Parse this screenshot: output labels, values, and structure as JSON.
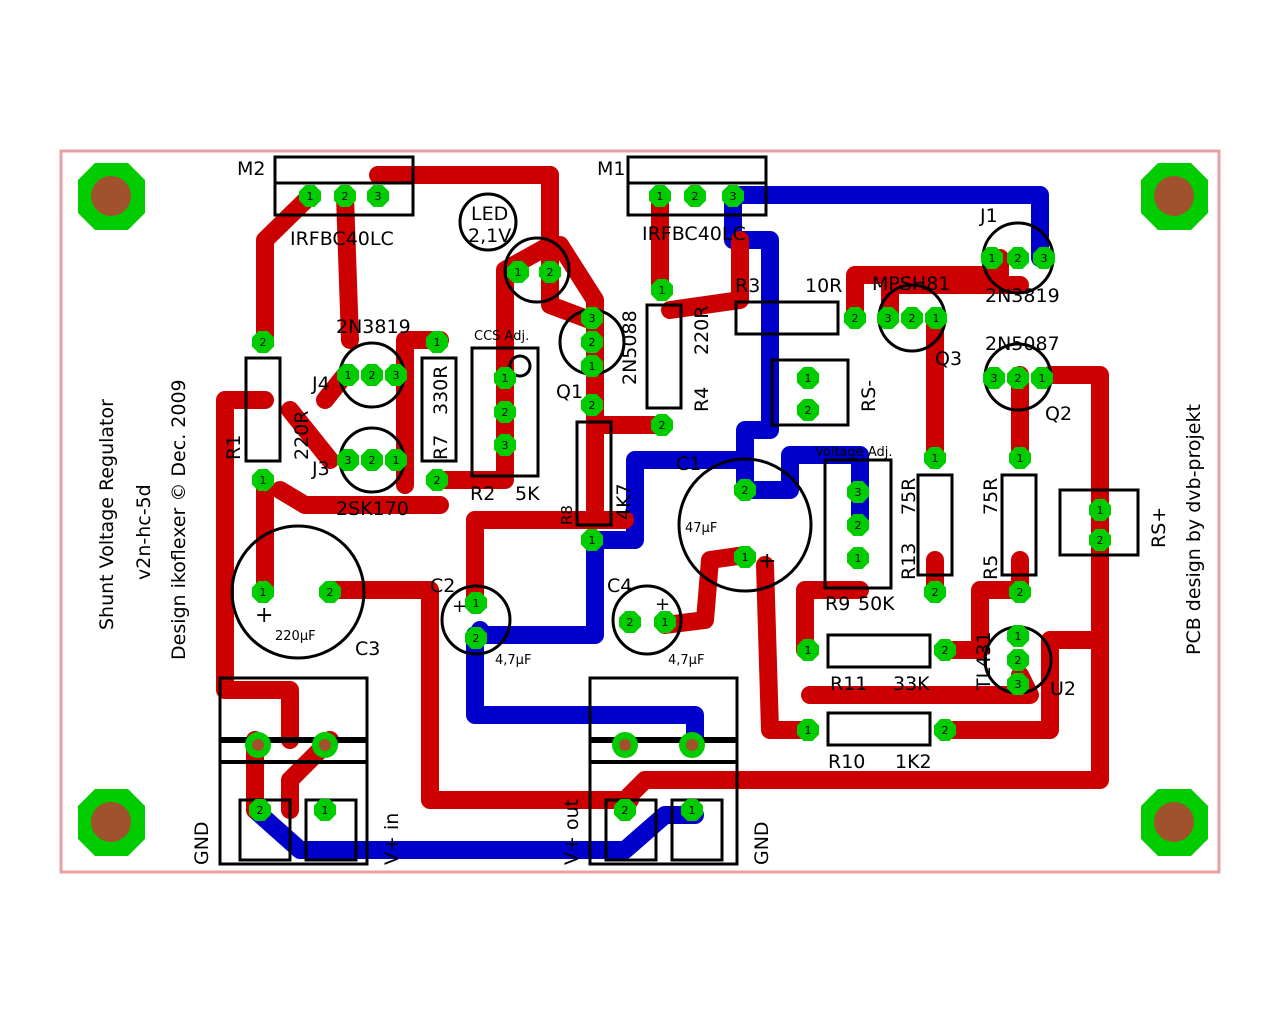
{
  "side_text": {
    "title": "Shunt Voltage Regulator",
    "version": "v2n-hc-5d",
    "credit": "Design ikoflexer © Dec. 2009",
    "pcb_credit": "PCB design by dvb-projekt"
  },
  "components": {
    "m2": {
      "ref": "M2",
      "part": "IRFBC40LC"
    },
    "m1": {
      "ref": "M1",
      "part": "IRFBC40LC"
    },
    "led": {
      "line1": "LED",
      "line2": "2,1V"
    },
    "j1": {
      "ref": "J1",
      "part": "2N3819"
    },
    "j4": {
      "ref": "J4",
      "part": "2N3819"
    },
    "j3": {
      "ref": "J3",
      "part": "2SK170"
    },
    "q1": {
      "ref": "Q1",
      "part": "2N5088"
    },
    "q3": {
      "ref": "Q3",
      "part": "MPSH81"
    },
    "q2": {
      "ref": "Q2",
      "part": "2N5087"
    },
    "u2": {
      "ref": "U2",
      "part": "TL431"
    },
    "r1": {
      "ref": "R1",
      "value": "220R"
    },
    "r7": {
      "ref": "R7",
      "value": "330R"
    },
    "r2": {
      "ref": "R2",
      "value": "5K",
      "label": "CCS Adj."
    },
    "r8": {
      "ref": "R8",
      "value": "4K7"
    },
    "r4": {
      "ref": "R4",
      "value": "220R"
    },
    "r3": {
      "ref": "R3",
      "value": "10R"
    },
    "r13": {
      "ref": "R13",
      "value": "75R"
    },
    "r5": {
      "ref": "R5",
      "value": "75R"
    },
    "r9": {
      "ref": "R9",
      "value": "50K",
      "label": "Voltage Adj."
    },
    "r11": {
      "ref": "R11",
      "value": "33K"
    },
    "r10": {
      "ref": "R10",
      "value": "1K2"
    },
    "c1": {
      "ref": "C1",
      "value": "47µF"
    },
    "c2": {
      "ref": "C2",
      "value": "4,7µF"
    },
    "c3": {
      "ref": "C3",
      "value": "220µF"
    },
    "c4": {
      "ref": "C4",
      "value": "4,7µF"
    },
    "rs_minus": {
      "ref": "RS-"
    },
    "rs_plus": {
      "ref": "RS+"
    }
  },
  "connectors": {
    "input": {
      "gnd": "GND",
      "vin": "V+ in"
    },
    "output": {
      "vout": "V+ out",
      "gnd": "GND"
    }
  },
  "pad_numbers": [
    "1",
    "2",
    "3"
  ],
  "plus_sign": "+",
  "colors": {
    "top_trace": "#cc0000",
    "bottom_trace": "#0000cc",
    "pad": "#00cc00",
    "drill": "#a0522d",
    "outline": "#e8a0a0"
  }
}
